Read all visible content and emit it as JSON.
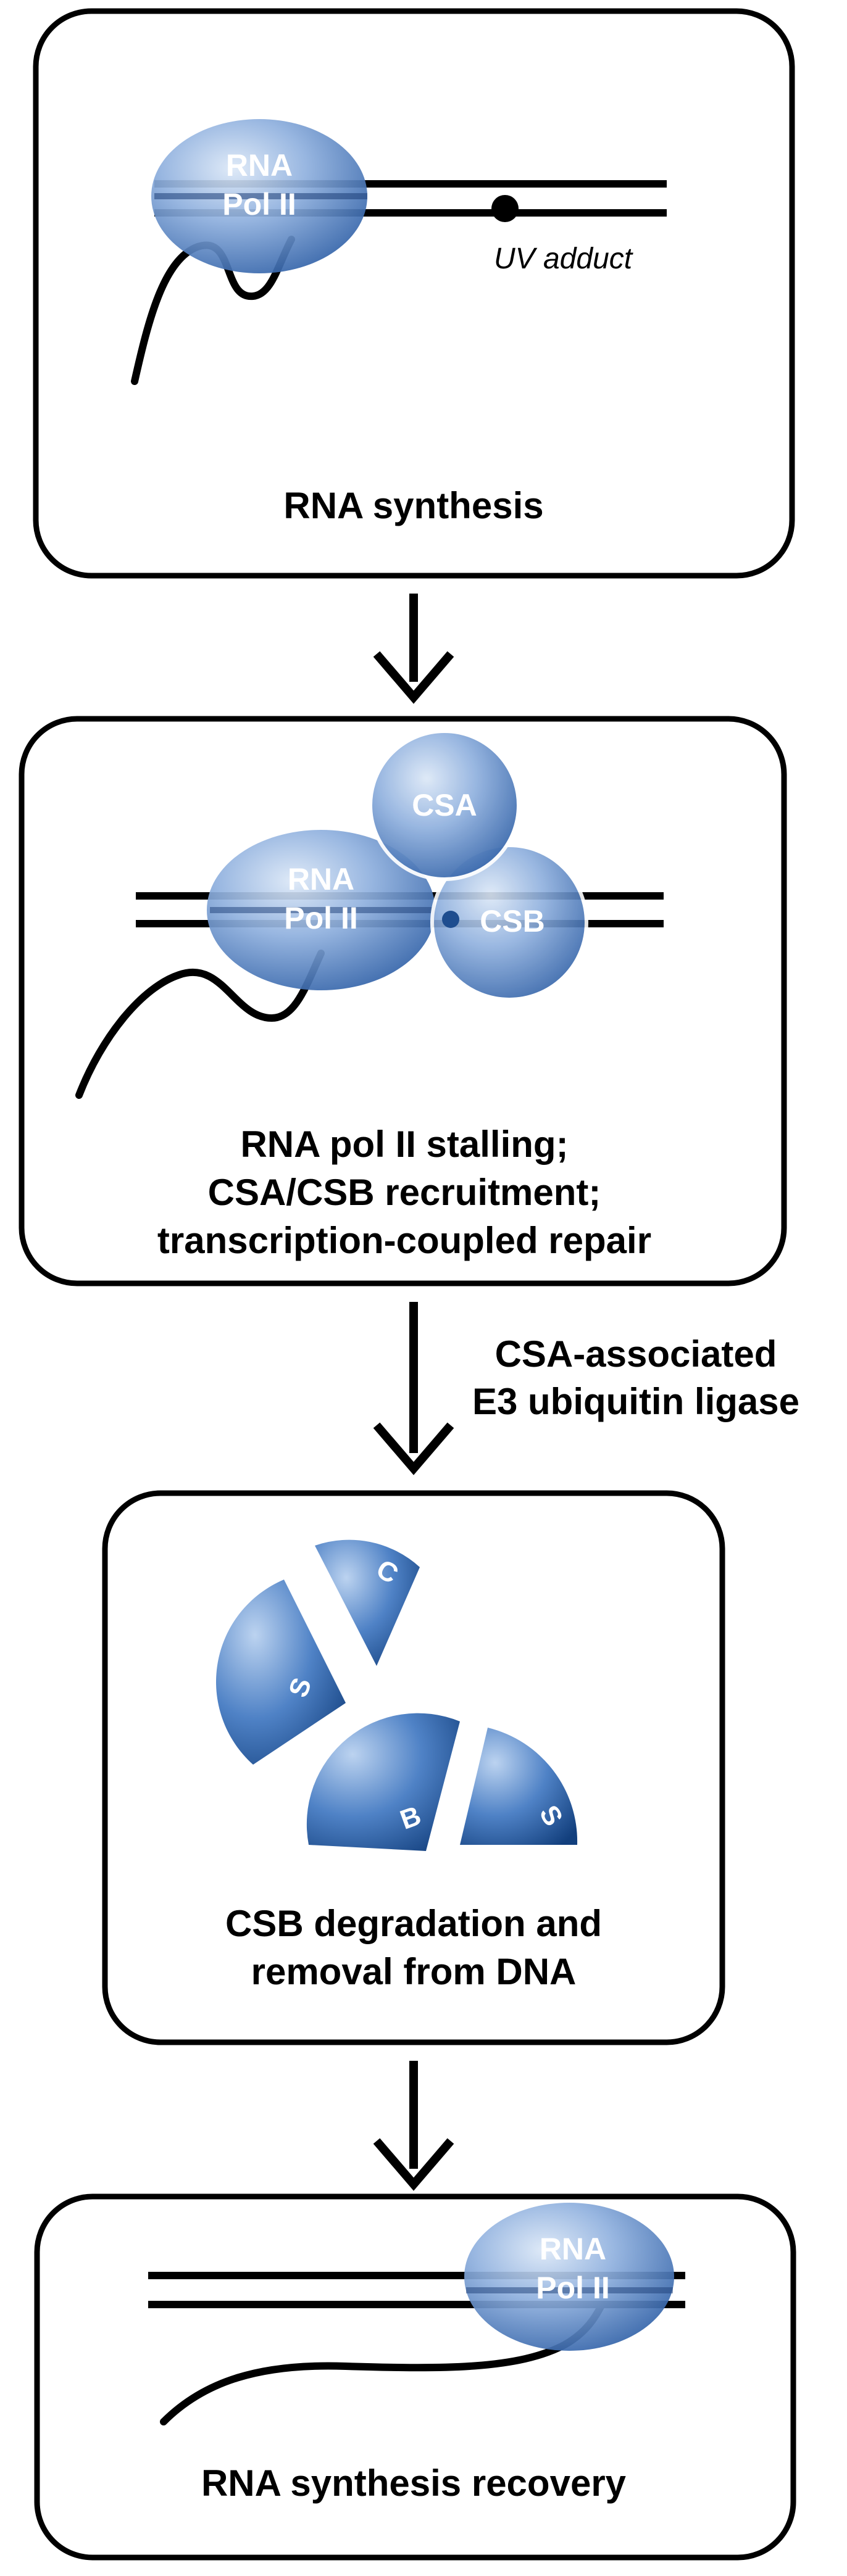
{
  "panels": [
    {
      "caption": "RNA synthesis",
      "polymerase_label_line1": "RNA",
      "polymerase_label_line2": "Pol II",
      "lesion_label": "UV adduct"
    },
    {
      "caption_line1": "RNA pol II stalling;",
      "caption_line2": "CSA/CSB recruitment;",
      "caption_line3": "transcription-coupled repair",
      "polymerase_label_line1": "RNA",
      "polymerase_label_line2": "Pol II",
      "csa_label": "CSA",
      "csb_label": "CSB"
    },
    {
      "caption_line1": "CSB degradation and",
      "caption_line2": "removal from DNA",
      "fragment_labels": [
        "C",
        "S",
        "B",
        "S"
      ]
    },
    {
      "caption": "RNA synthesis recovery",
      "polymerase_label_line1": "RNA",
      "polymerase_label_line2": "Pol II"
    }
  ],
  "arrows": [
    {
      "label_line1": "",
      "label_line2": ""
    },
    {
      "label_line1": "CSA-associated",
      "label_line2": "E3 ubiquitin ligase"
    },
    {
      "label_line1": "",
      "label_line2": ""
    }
  ],
  "colors": {
    "blob_light": "#c7d8ee",
    "blob_mid": "#6f97cf",
    "blob_dark": "#1e4d8f",
    "outline": "#000000"
  }
}
